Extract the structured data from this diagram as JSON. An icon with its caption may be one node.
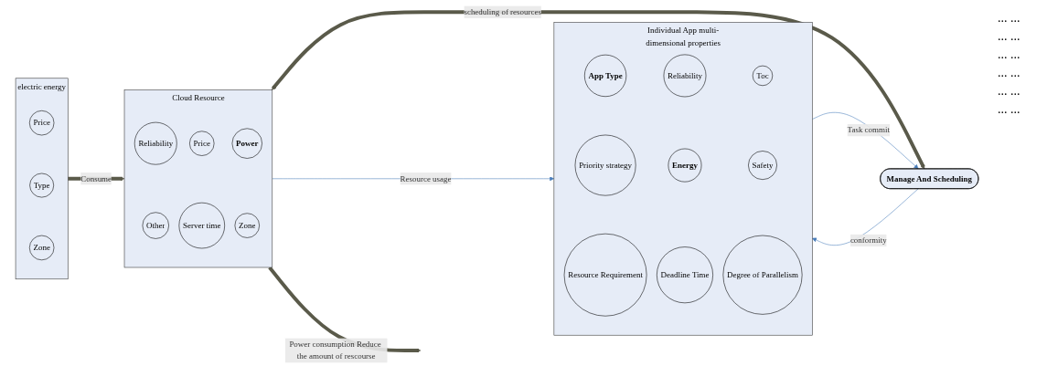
{
  "diagram": {
    "nodes": [
      {
        "text": [
          "electric energy"
        ]
      },
      {
        "text": [
          "Price"
        ],
        "in": 0
      },
      {
        "text": [
          "Type"
        ],
        "in": 0
      },
      {
        "text": [
          "Zone"
        ],
        "in": 0
      },
      {
        "text": [
          "Cloud Resource"
        ]
      },
      {
        "text": [
          "Reliability"
        ],
        "in": 4
      },
      {
        "text": [
          "Price"
        ],
        "in": 4
      },
      {
        "text": [
          "Power"
        ],
        "in": 4
      },
      {
        "text": [
          "Other"
        ],
        "in": 4
      },
      {
        "text": [
          "Server time"
        ],
        "in": 4
      },
      {
        "text": [
          "Zone"
        ],
        "in": 4
      },
      {
        "text": [
          "Manage And Scheduling"
        ]
      },
      {
        "text": [
          "Individual App multi-dimensional properties"
        ]
      },
      {
        "text": [
          "App Type"
        ],
        "in": 12
      },
      {
        "text": [
          "Reliability"
        ],
        "in": 12
      },
      {
        "text": [
          "Toc"
        ],
        "in": 12
      },
      {
        "text": [
          "Energy"
        ],
        "in": 12
      },
      {
        "text": [
          "Priority strategy"
        ],
        "in": 12
      },
      {
        "text": [
          "Safety"
        ],
        "in": 12
      },
      {
        "text": [
          "Resource Requirement"
        ],
        "in": 12
      },
      {
        "text": [
          "Deadline Time"
        ],
        "in": 12
      },
      {
        "text": [
          "Degree of Parallelism"
        ],
        "in": 12
      }
    ],
    "edges": [
      {
        "from": 0,
        "to": 4,
        "arrow": "to",
        "label": "Consume",
        "style": "thick",
        "color": "#5a5a4a"
      },
      {
        "from": 4,
        "to": 11,
        "arrow": "both",
        "label": "scheduling of resources",
        "style": "thick",
        "color": "#5a5a4a"
      },
      {
        "from": 12,
        "to": 11,
        "arrow": "to",
        "label": "Task commit",
        "color": "#4a7ebb"
      },
      {
        "from": 11,
        "to": 12,
        "arrow": "to",
        "label": "conformity",
        "color": "#4a7ebb"
      },
      {
        "from": 4,
        "to": 12,
        "arrow": "to",
        "label": "Resource usage",
        "color": "#4a7ebb"
      },
      {
        "from": 4,
        "to": null,
        "arrow": "to",
        "label": "Power consumption Reduce the amount of rescourse",
        "style": "thick",
        "color": "#5a5a4a"
      }
    ],
    "labels": [
      "... ...",
      "... ...",
      "... ...",
      "... ...",
      "... ...",
      "... ..."
    ]
  }
}
